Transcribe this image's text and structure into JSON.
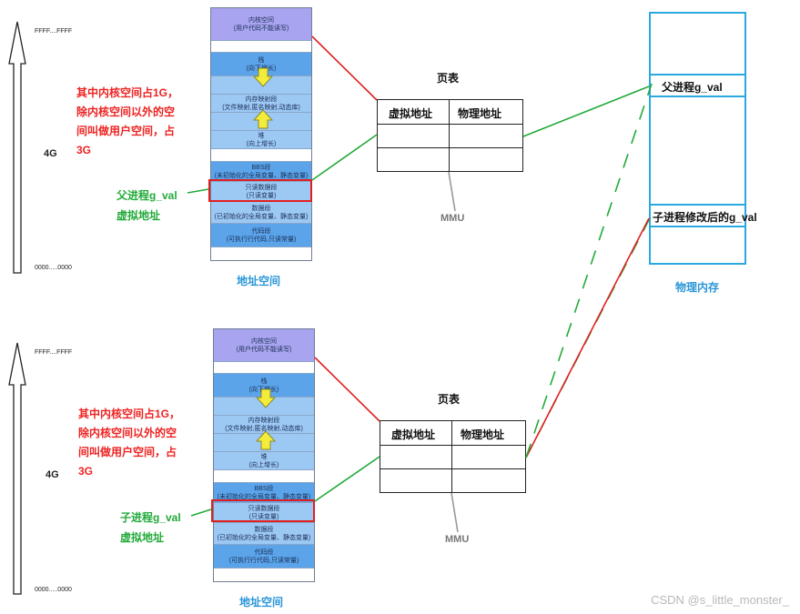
{
  "top": {
    "high_addr": "FFFF....FFFF",
    "low_addr": "0000.....0000",
    "size": "4G",
    "note": [
      "其中内核空间占1G，",
      "除内核空间以外的空",
      "间叫做用户空间，占",
      "3G"
    ],
    "var_label": [
      "父进程g_val",
      "虚拟地址"
    ],
    "addr_space_caption": "地址空间",
    "page_table": {
      "title": "页表",
      "col1": "虚拟地址",
      "col2": "物理地址",
      "mmu": "MMU"
    }
  },
  "bottom": {
    "high_addr": "FFFF....FFFF",
    "low_addr": "0000.....0000",
    "size": "4G",
    "note": [
      "其中内核空间占1G，",
      "除内核空间以外的空",
      "间叫做用户空间，占",
      "3G"
    ],
    "var_label": [
      "子进程g_val",
      "虚拟地址"
    ],
    "addr_space_caption": "地址空间",
    "page_table": {
      "title": "页表",
      "col1": "虚拟地址",
      "col2": "物理地址",
      "mmu": "MMU"
    }
  },
  "segments": {
    "kernel": [
      "内核空间",
      "(用户代码不能读写)"
    ],
    "stack": [
      "栈",
      "(向下增长)"
    ],
    "mmap": [
      "内存映射段",
      "(文件映射,匿名映射,动态库)"
    ],
    "heap": [
      "堆",
      "(向上增长)"
    ],
    "bss": [
      "BBS段",
      "(未初始化的全局变量、静态变量)"
    ],
    "rodata": [
      "只读数据段",
      "(只读变量)"
    ],
    "data": [
      "数据段",
      "(已初始化的全局变量、静态变量)"
    ],
    "code": [
      "代码段",
      "(可执行行代码,只读常量)"
    ]
  },
  "physical_memory": {
    "caption": "物理内存",
    "parent_cell": "父进程g_val",
    "child_cell": "子进程修改后的g_val"
  },
  "watermark": "CSDN @s_little_monster_",
  "colors": {
    "kernel_seg": "#a8a4f0",
    "blue_seg": "#5ba4ea",
    "light_blue_seg": "#9cc8f4",
    "arrow_yellow": "#f4ec3a",
    "red": "#e02020",
    "green": "#22aa3a",
    "cyan": "#2aa8e0"
  }
}
